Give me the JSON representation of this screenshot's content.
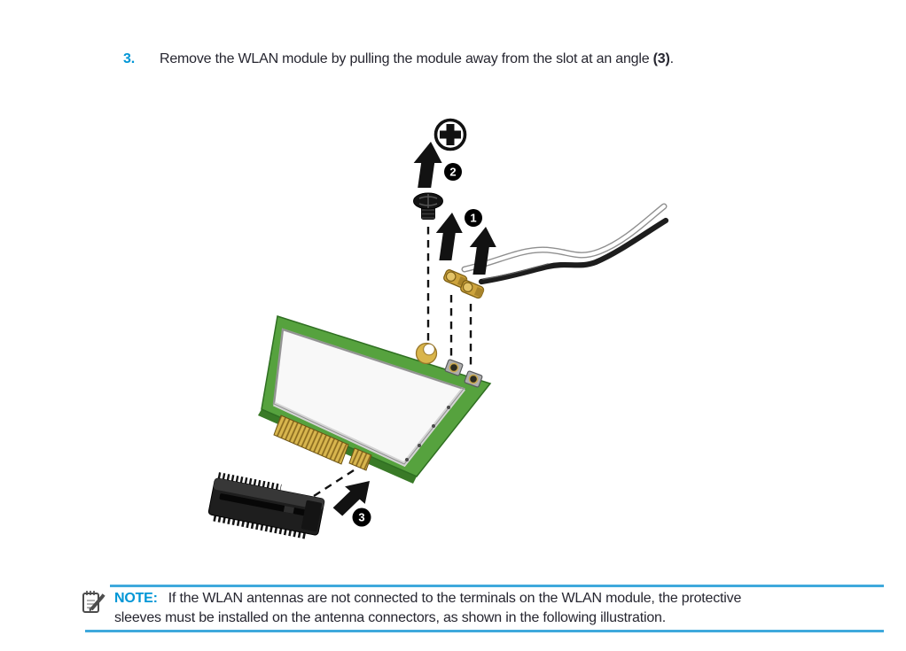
{
  "step": {
    "number": "3.",
    "text_before": "Remove the WLAN module by pulling the module away from the slot at an angle ",
    "ref_bold": "(3)",
    "text_after": "."
  },
  "figure": {
    "callouts": [
      "1",
      "2",
      "3"
    ],
    "icons": {
      "screw_head": "phillips-screw-head-icon",
      "screw": "screw-icon",
      "white_cable": "white-antenna-cable",
      "black_cable": "black-antenna-cable",
      "antenna_connectors": "antenna-connector-terminals",
      "module": "wlan-module",
      "slot": "wlan-slot-connector"
    }
  },
  "note": {
    "label": "NOTE:",
    "line1": "If the WLAN antennas are not connected to the terminals on the WLAN module, the protective",
    "line2": "sleeves must be installed on the antenna connectors, as shown in the following illustration.",
    "icon": "notepad-pencil-icon"
  },
  "colors": {
    "accent": "#0096d6",
    "rule": "#3fa9dc",
    "text": "#262630",
    "pcb": "#56a23e",
    "pcb_dark": "#397a27",
    "gold": "#d8b64e",
    "gold_dark": "#8a6a1e",
    "shield": "#f8f8f8",
    "part_black": "#1e1e1e"
  }
}
